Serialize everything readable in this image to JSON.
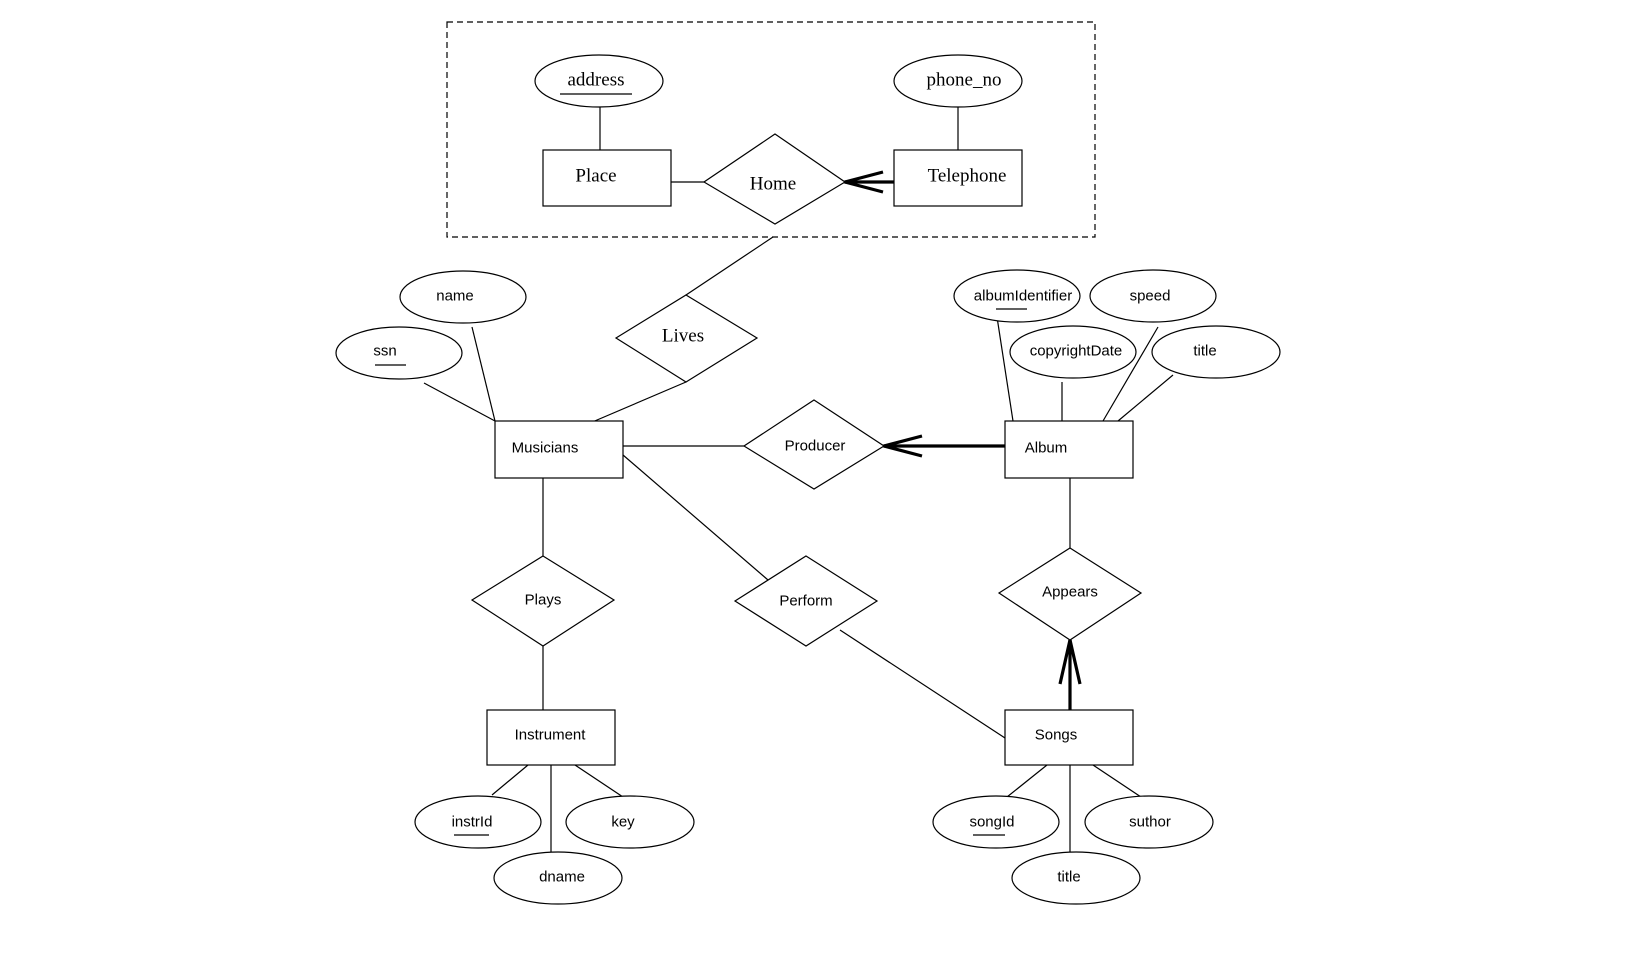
{
  "aggregation": {
    "entities": {
      "place": "Place",
      "telephone": "Telephone"
    },
    "relationship": {
      "home": "Home"
    },
    "attributes": {
      "address": "address",
      "phone_no": "phone_no"
    }
  },
  "entities": {
    "musicians": "Musicians",
    "album": "Album",
    "instrument": "Instrument",
    "songs": "Songs"
  },
  "relationships": {
    "lives": "Lives",
    "producer": "Producer",
    "plays": "Plays",
    "perform": "Perform",
    "appears": "Appears"
  },
  "attributes": {
    "musicians_name": "name",
    "musicians_ssn": "ssn",
    "album_identifier": "albumIdentifier",
    "album_speed": "speed",
    "album_copyright_date": "copyrightDate",
    "album_title": "title",
    "instrument_instr_id": "instrId",
    "instrument_key": "key",
    "instrument_dname": "dname",
    "songs_song_id": "songId",
    "songs_author": "suthor",
    "songs_title": "title"
  }
}
